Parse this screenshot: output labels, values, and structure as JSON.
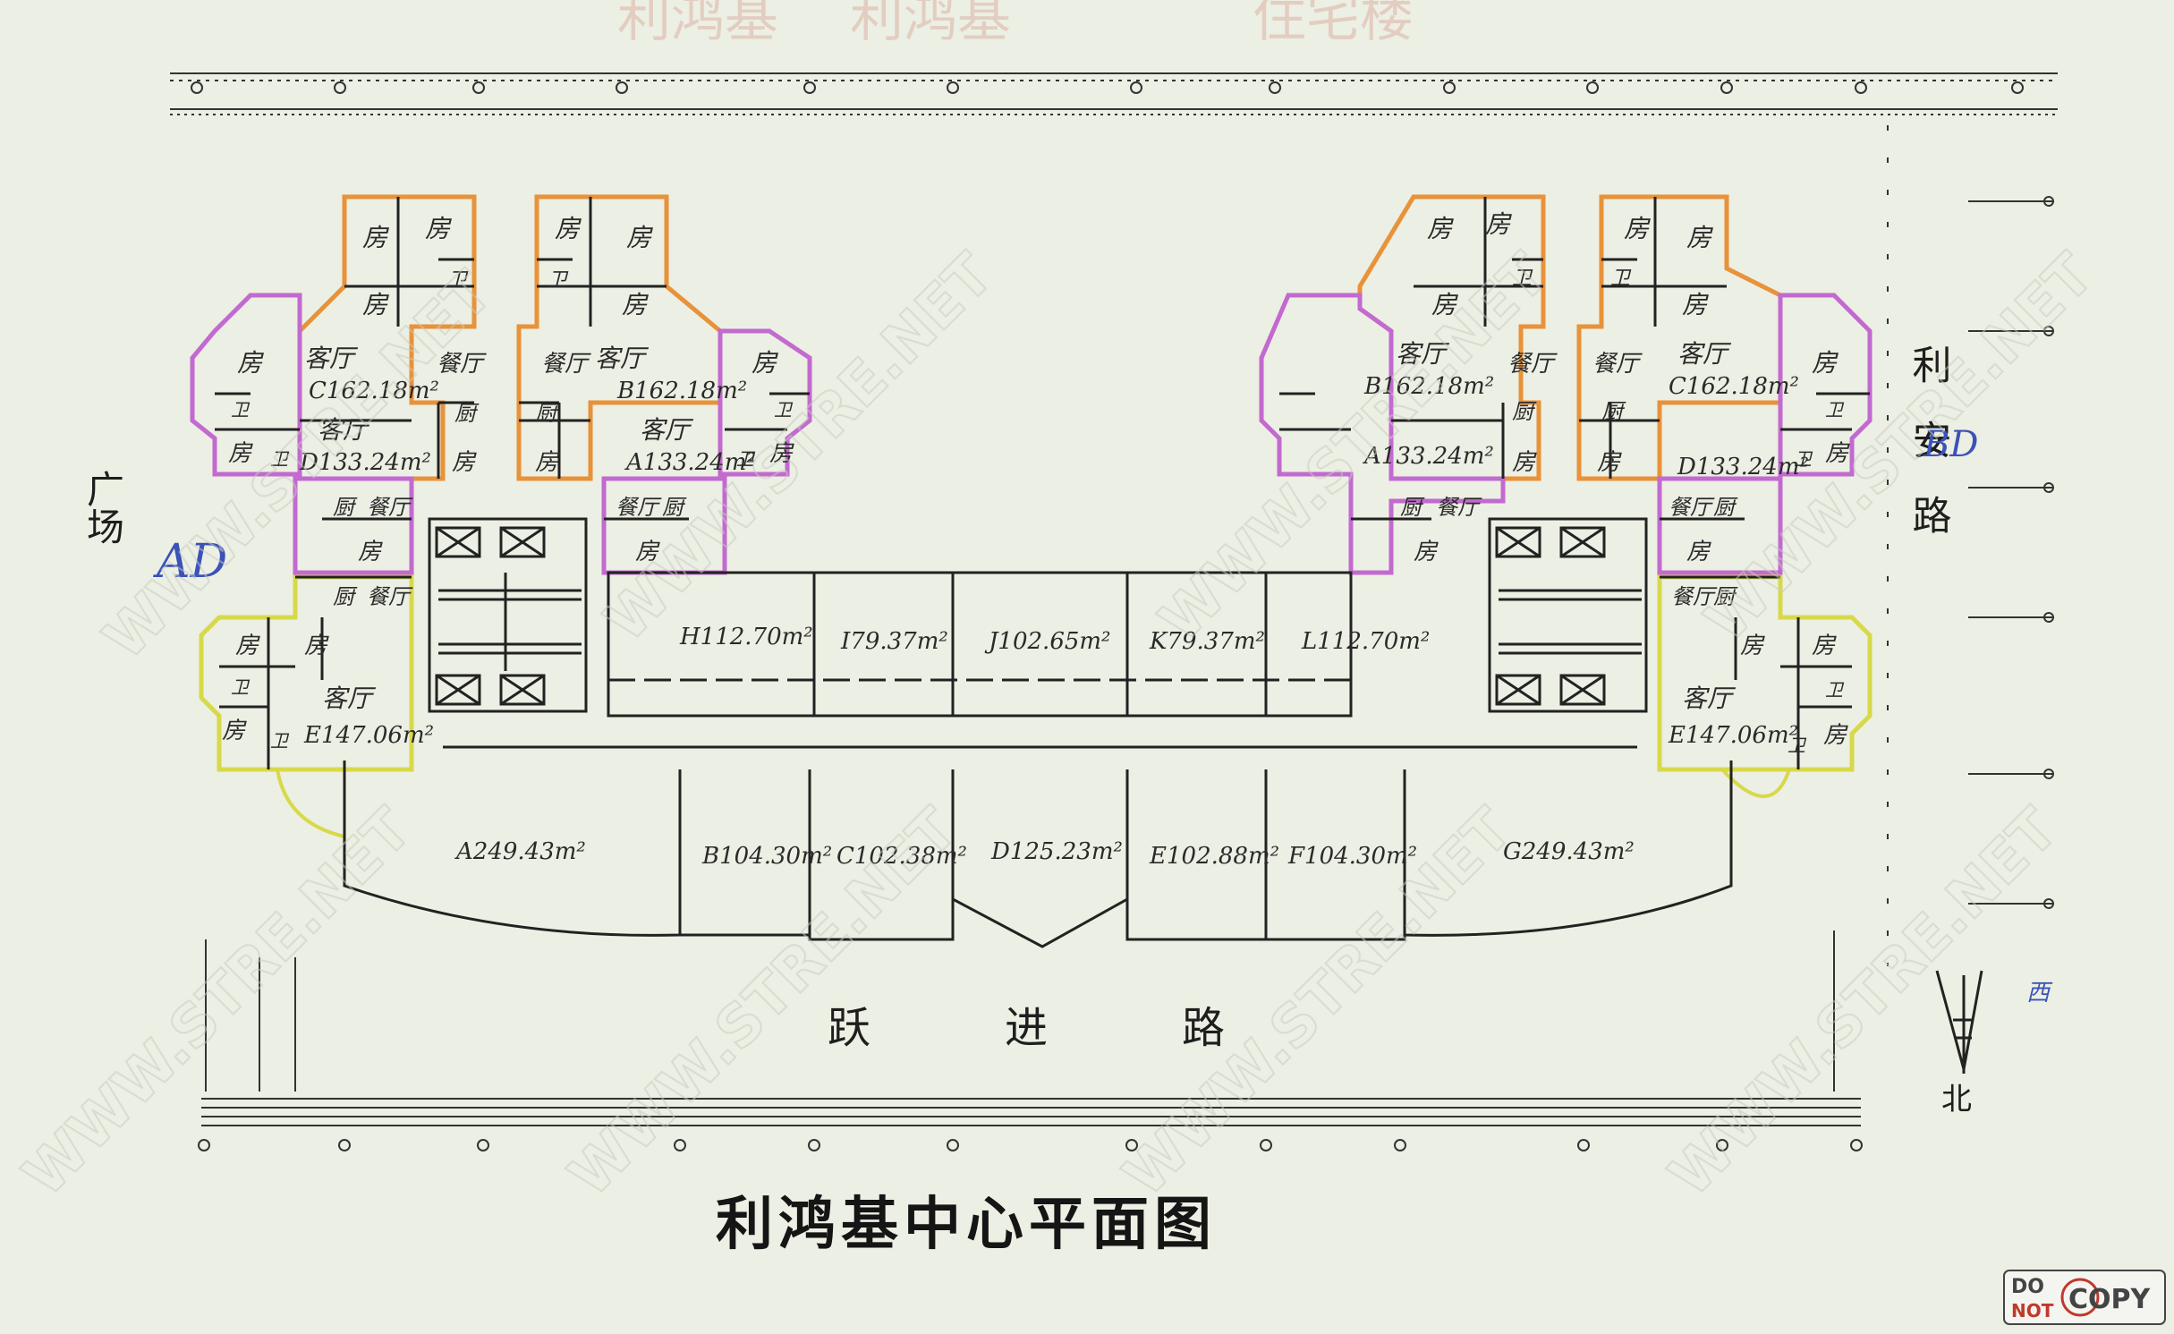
{
  "title": "利鸿基中心平面图",
  "roads": {
    "left": "广场",
    "right": "利安路",
    "bottom": "跃进路"
  },
  "handwritten": {
    "left_note": "AD",
    "right_note": "BD",
    "west_note": "西"
  },
  "compass": {
    "label": "北"
  },
  "faint_header": [
    "利鸿基",
    "住宅楼",
    "利鸿基"
  ],
  "watermark_text": "WWW.STRE.NET",
  "stamp": {
    "top": "DO",
    "bottom": "NOT",
    "right": "COPY"
  },
  "colors": {
    "orange": "#e8923a",
    "purple": "#c26ad0",
    "yellow": "#d7d94a",
    "line": "#222222",
    "paper": "#ecefe3",
    "ink_blue": "#3b52b8"
  },
  "left_block": {
    "units": [
      {
        "id": "C",
        "area": "C162.18m²"
      },
      {
        "id": "B",
        "area": "B162.18m²"
      },
      {
        "id": "D",
        "area": "D133.24m²"
      },
      {
        "id": "A",
        "area": "A133.24m²"
      },
      {
        "id": "E",
        "area": "E147.06m²"
      }
    ],
    "rooms": {
      "fang": "房",
      "wei": "卫",
      "keting": "客厅",
      "canting": "餐厅",
      "chu": "厨"
    }
  },
  "right_block": {
    "units": [
      {
        "id": "B",
        "area": "B162.18m²"
      },
      {
        "id": "C",
        "area": "C162.18m²"
      },
      {
        "id": "A",
        "area": "A133.24m²"
      },
      {
        "id": "D",
        "area": "D133.24m²"
      },
      {
        "id": "E",
        "area": "E147.06m²"
      }
    ]
  },
  "middle_units": [
    {
      "id": "H",
      "area": "H112.70m²"
    },
    {
      "id": "I",
      "area": "I79.37m²"
    },
    {
      "id": "J",
      "area": "J102.65m²"
    },
    {
      "id": "K",
      "area": "K79.37m²"
    },
    {
      "id": "L",
      "area": "L112.70m²"
    }
  ],
  "shops": [
    {
      "id": "A",
      "area": "A249.43m²"
    },
    {
      "id": "B",
      "area": "B104.30m²"
    },
    {
      "id": "C",
      "area": "C102.38m²"
    },
    {
      "id": "D",
      "area": "D125.23m²"
    },
    {
      "id": "E",
      "area": "E102.88m²"
    },
    {
      "id": "F",
      "area": "F104.30m²"
    },
    {
      "id": "G",
      "area": "G249.43m²"
    }
  ]
}
